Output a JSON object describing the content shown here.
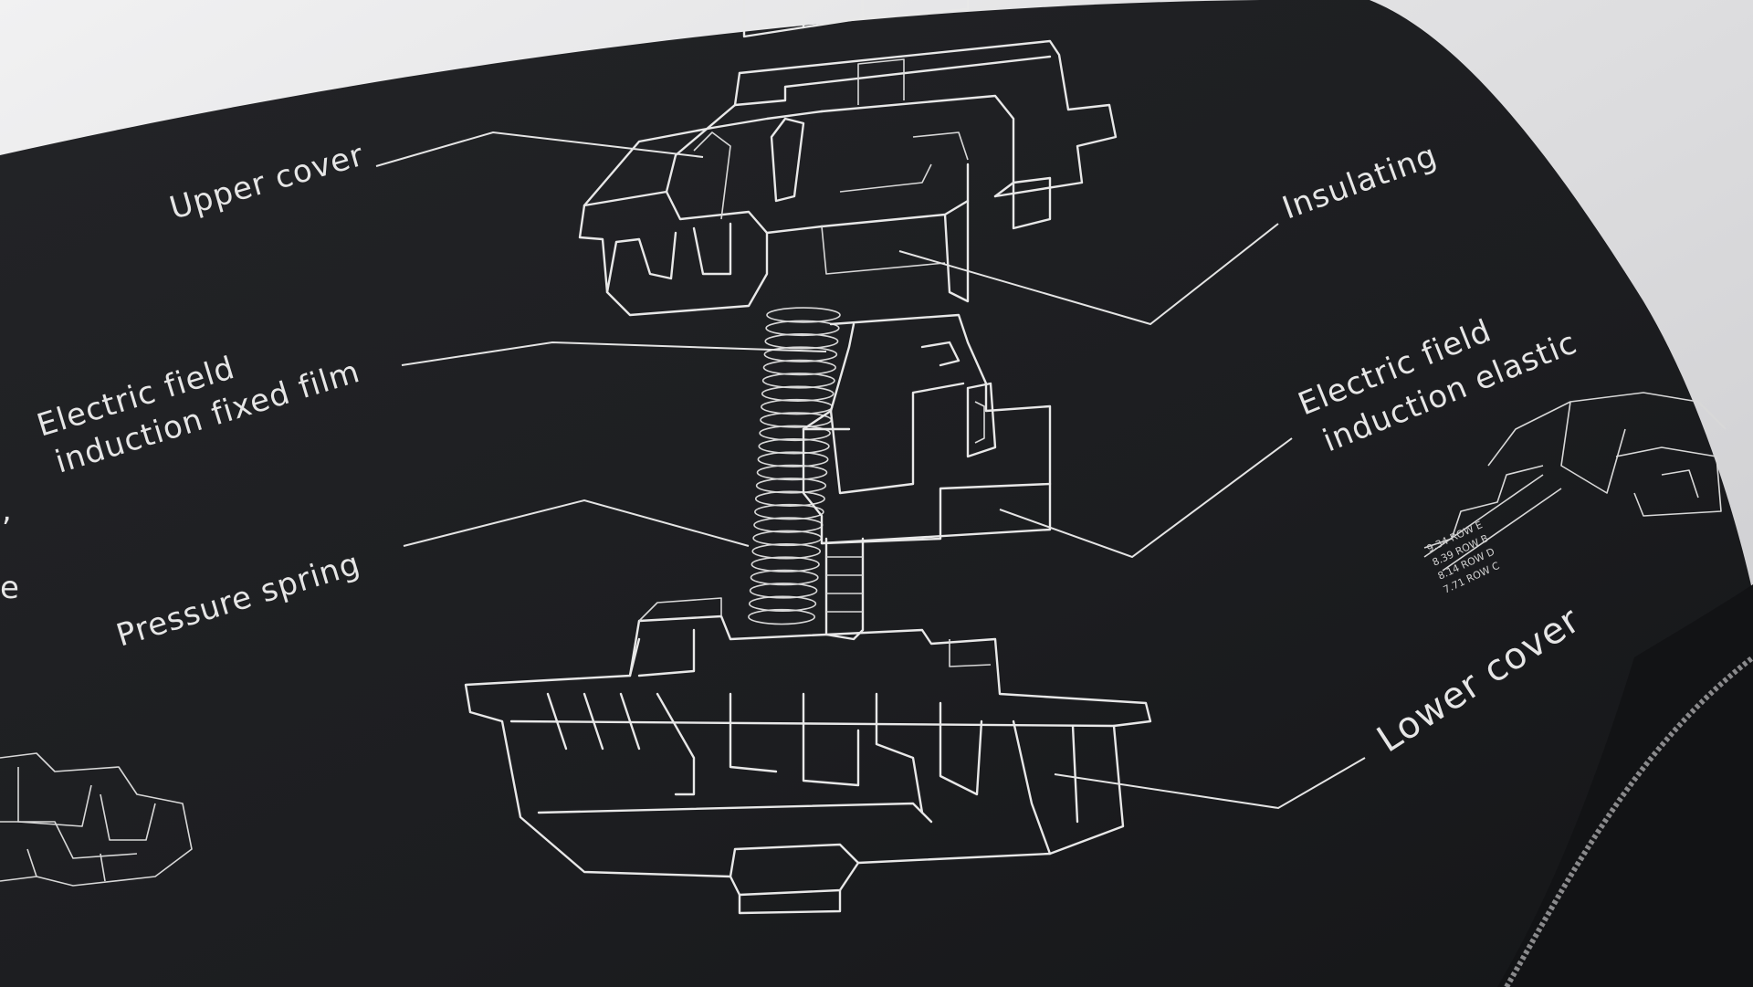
{
  "colors": {
    "background_cloth": "#dcdcde",
    "mat": "#1e1f22",
    "line_art": "#e8e8e8"
  },
  "labels": {
    "upper_cover": "Upper cover",
    "insulating": "Insulating",
    "electric_field_fixed_line1": "Electric field",
    "electric_field_fixed_line2": "induction fixed film",
    "electric_field_elastic_line1": "Electric field",
    "electric_field_elastic_line2": "induction elastic",
    "pressure_spring": "Pressure spring",
    "lower_cover": "Lower cover",
    "left_edge_fragment_1": ",",
    "left_edge_fragment_2": "e"
  },
  "row_labels": [
    "9.34 ROW E",
    "8.39 ROW B",
    "8.14 ROW D",
    "7.71 ROW C"
  ]
}
